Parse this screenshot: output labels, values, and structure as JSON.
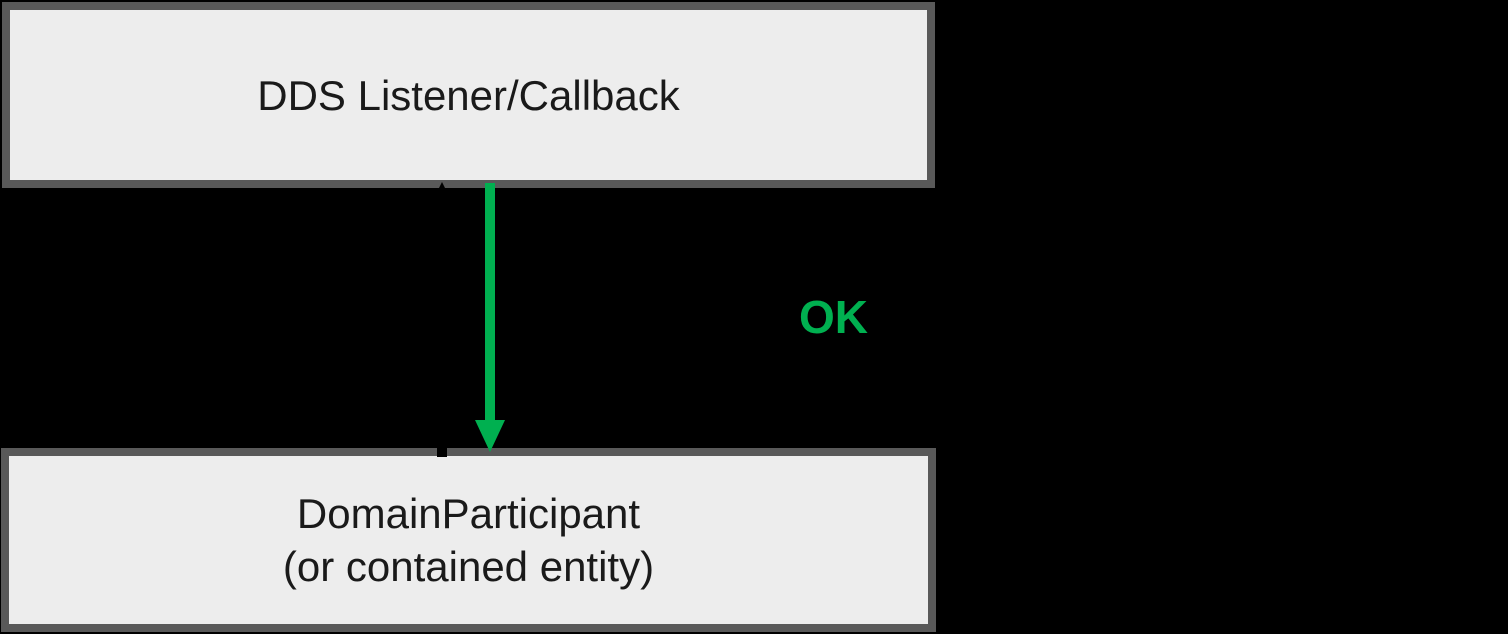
{
  "diagram": {
    "type": "flow-diagram",
    "background_color": "#000000",
    "nodes": [
      {
        "id": "dds-listener-callback",
        "label": "DDS Listener/Callback",
        "fill": "#EDEDED",
        "border_color": "#595959",
        "text_color": "#1A1A1A"
      },
      {
        "id": "domain-participant",
        "label_line1": "DomainParticipant",
        "label_line2": "(or contained entity)",
        "fill": "#EDEDED",
        "border_color": "#595959",
        "text_color": "#1A1A1A"
      }
    ],
    "edges": [
      {
        "id": "ok-arrow",
        "from": "dds-listener-callback",
        "to": "domain-participant",
        "direction": "down",
        "label": "OK",
        "color": "#00B050"
      },
      {
        "id": "callback-arrow",
        "from": "domain-participant",
        "to": "dds-listener-callback",
        "direction": "up",
        "label": "",
        "color": "#000000"
      }
    ]
  }
}
